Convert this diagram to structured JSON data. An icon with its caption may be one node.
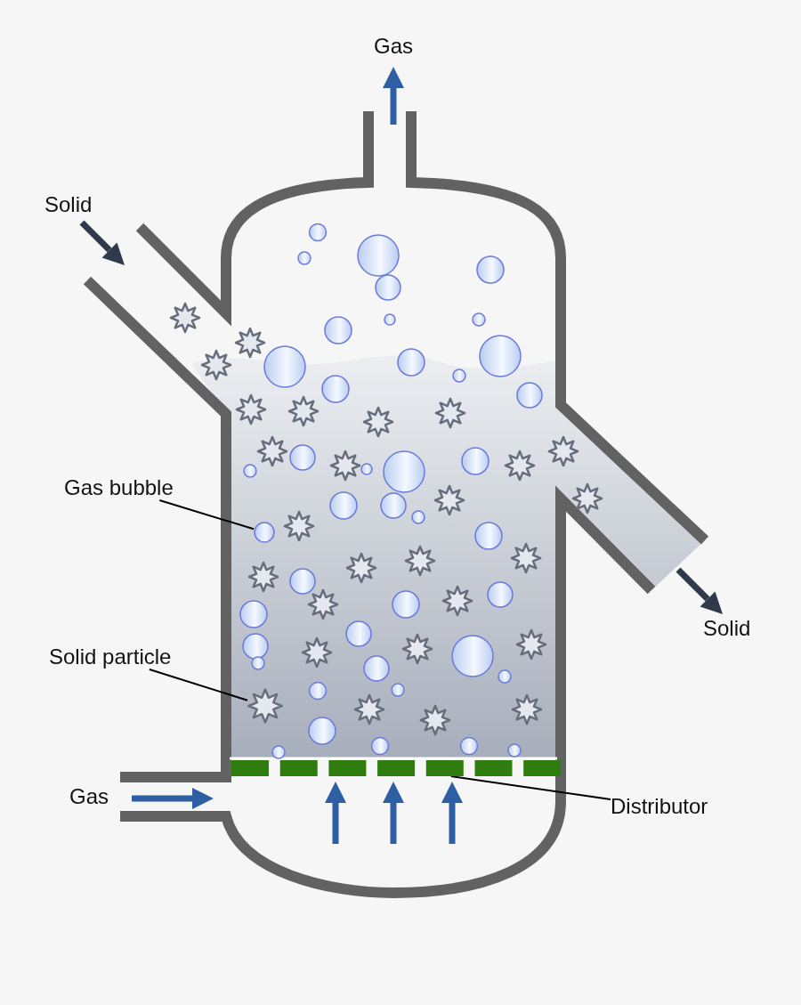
{
  "diagram": {
    "nodes": [
      {
        "text": [
          "Gas bubble"
        ]
      },
      {
        "text": [],
        "shape": "circle"
      },
      {
        "text": [
          "Solid particle"
        ]
      },
      {
        "text": [],
        "shape": "star"
      },
      {
        "text": [
          "Distributor"
        ]
      },
      {
        "text": [],
        "shape": "bar"
      }
    ],
    "edges": [
      {
        "from": 0,
        "to": 1,
        "arrow": "none"
      },
      {
        "from": 2,
        "to": 3,
        "arrow": "none"
      },
      {
        "from": 4,
        "to": 5,
        "arrow": "none"
      }
    ],
    "labels": [
      "Gas",
      "Solid",
      "Solid",
      "Gas"
    ]
  }
}
